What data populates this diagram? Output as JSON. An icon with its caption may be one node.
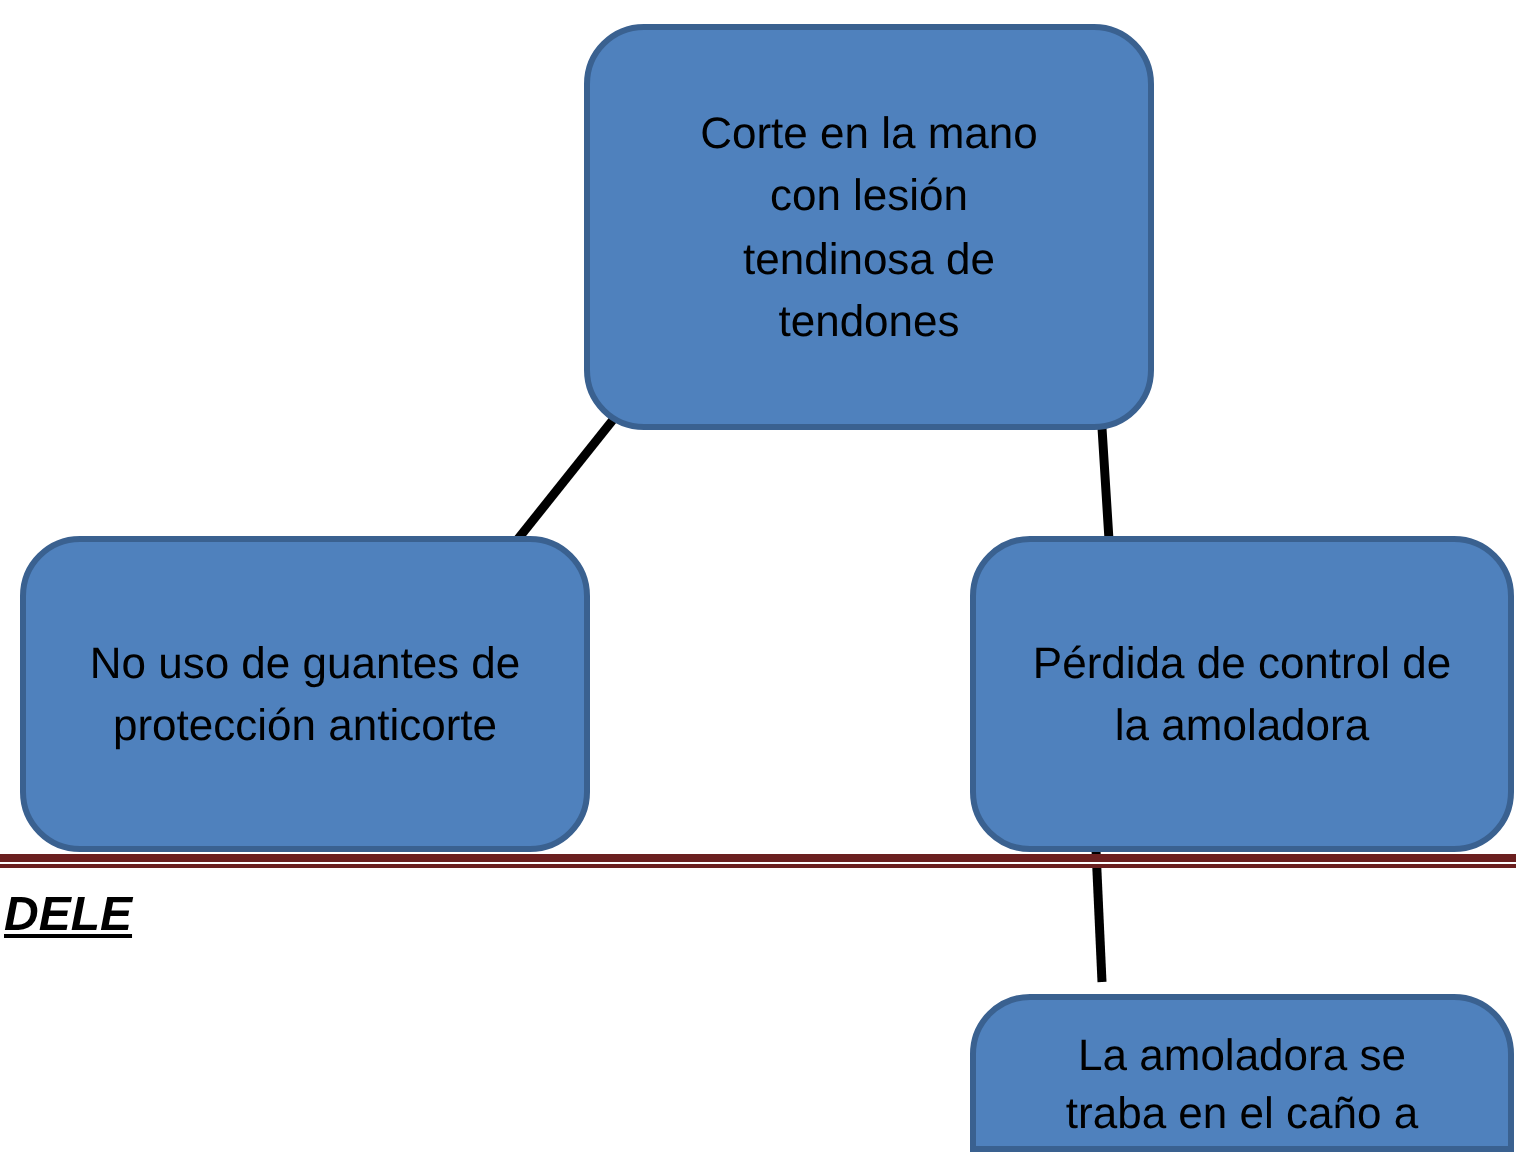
{
  "diagram": {
    "nodes": [
      {
        "text": [
          "Corte en la mano con lesión tendinosa de tendones"
        ]
      },
      {
        "text": [
          "No uso de guantes de protección anticorte"
        ]
      },
      {
        "text": [
          "Pérdida de control de la amoladora"
        ]
      },
      {
        "text": [
          "La amoladora se traba en el caño a"
        ]
      }
    ],
    "edges": [
      {
        "from": 0,
        "to": 1,
        "arrow": "none"
      },
      {
        "from": 0,
        "to": 2,
        "arrow": "none"
      },
      {
        "from": 2,
        "to": 3,
        "arrow": "none"
      }
    ],
    "labels": [
      "DELE"
    ]
  }
}
